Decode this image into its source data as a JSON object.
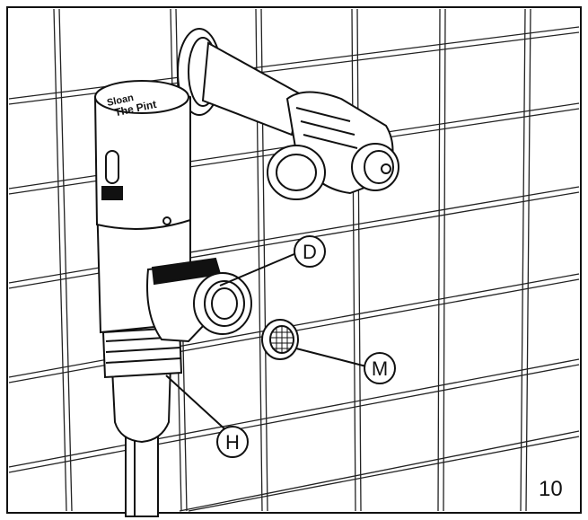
{
  "callouts": {
    "d": "D",
    "h": "H",
    "m": "M"
  },
  "device_label": {
    "line1": "Sloan",
    "line2": "The Pint"
  },
  "page_number": "10",
  "colors": {
    "line": "#111111",
    "background": "#ffffff",
    "shade": "#e6e6e6"
  }
}
